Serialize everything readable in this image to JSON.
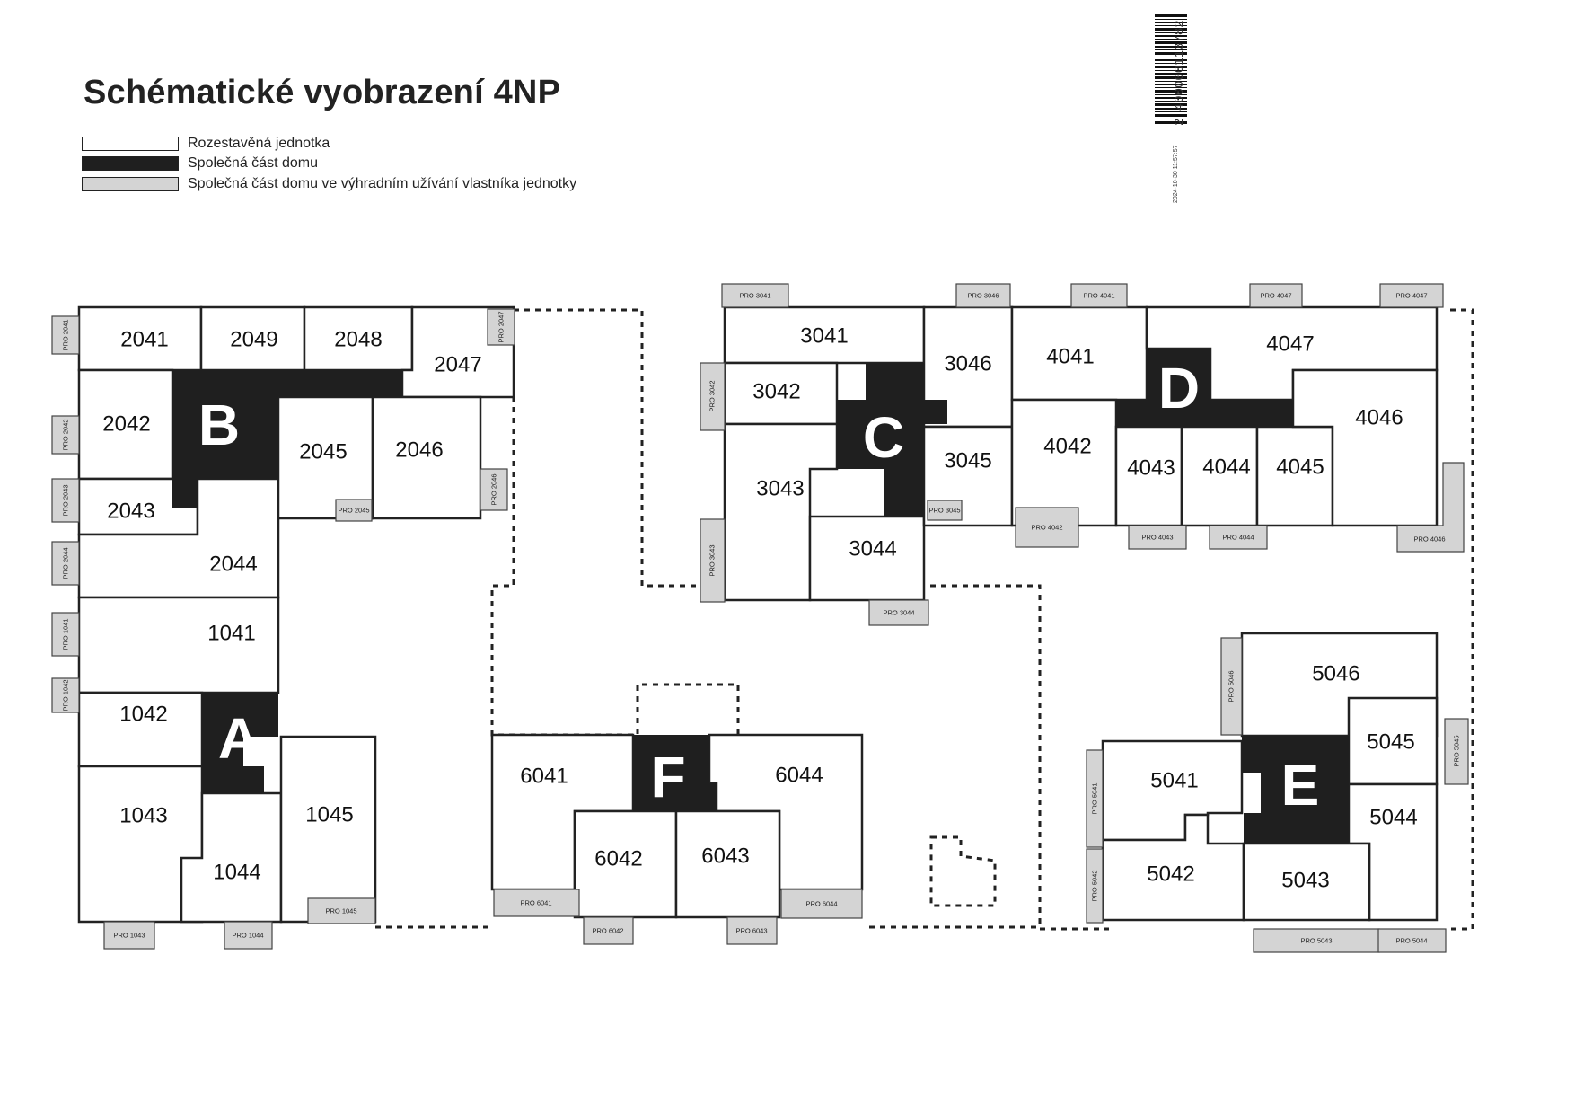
{
  "title": "Schématické vyobrazení 4NP",
  "legend": [
    {
      "label": "Rozestavěná jednotka",
      "color": "#ffffff"
    },
    {
      "label": "Společná část domu",
      "color": "#1f1f1f"
    },
    {
      "label": "Společná část domu ve výhradním užívání vlastníka jednotky",
      "color": "#d4d4d4"
    }
  ],
  "barcode": {
    "number": "2 400000113782",
    "date": "2024-10-30 11:57:57"
  },
  "blocks": {
    "A": "A",
    "B": "B",
    "C": "C",
    "D": "D",
    "E": "E",
    "F": "F"
  },
  "units": {
    "u2041": "2041",
    "u2049": "2049",
    "u2048": "2048",
    "u2047": "2047",
    "u2042": "2042",
    "u2043": "2043",
    "u2044": "2044",
    "u2045": "2045",
    "u2046": "2046",
    "u1041": "1041",
    "u1042": "1042",
    "u1043": "1043",
    "u1044": "1044",
    "u1045": "1045",
    "u3041": "3041",
    "u3042": "3042",
    "u3043": "3043",
    "u3044": "3044",
    "u3045": "3045",
    "u3046": "3046",
    "u4041": "4041",
    "u4042": "4042",
    "u4043": "4043",
    "u4044": "4044",
    "u4045": "4045",
    "u4046": "4046",
    "u4047": "4047",
    "u5041": "5041",
    "u5042": "5042",
    "u5043": "5043",
    "u5044": "5044",
    "u5045": "5045",
    "u5046": "5046",
    "u6041": "6041",
    "u6042": "6042",
    "u6043": "6043",
    "u6044": "6044"
  },
  "pro": {
    "p2041": "PRO 2041",
    "p2042": "PRO 2042",
    "p2043": "PRO 2043",
    "p2044": "PRO 2044",
    "p2045": "PRO 2045",
    "p2046": "PRO 2046",
    "p2047": "PRO 2047",
    "p1041": "PRO 1041",
    "p1042": "PRO 1042",
    "p1043": "PRO 1043",
    "p1044": "PRO 1044",
    "p1045": "PRO 1045",
    "p3041": "PRO 3041",
    "p3042": "PRO 3042",
    "p3043": "PRO 3043",
    "p3044": "PRO 3044",
    "p3045": "PRO 3045",
    "p3046": "PRO 3046",
    "p4041": "PRO 4041",
    "p4042": "PRO 4042",
    "p4043": "PRO 4043",
    "p4044": "PRO 4044",
    "p4046": "PRO 4046",
    "p4047": "PRO 4047",
    "p5041": "PRO 5041",
    "p5042": "PRO 5042",
    "p5043": "PRO 5043",
    "p5044": "PRO 5044",
    "p5045": "PRO 5045",
    "p5046": "PRO 5046",
    "p6041": "PRO 6041",
    "p6042": "PRO 6042",
    "p6043": "PRO 6043",
    "p6044": "PRO 6044"
  }
}
